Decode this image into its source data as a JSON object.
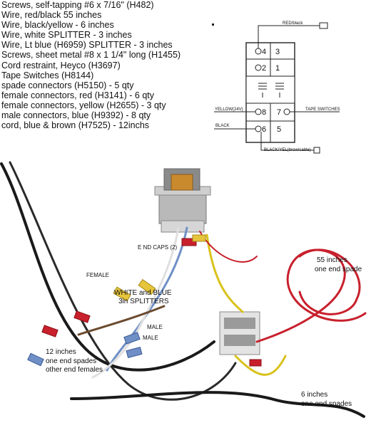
{
  "parts_list": [
    "Screws, self-tapping  #6  x  7/16\"  (H482)",
    "Wire, red/black   55 inches",
    "Wire, black/yellow     - 6 inches",
    "Wire, white SPLITTER  - 3 inches",
    "Wire, Lt blue (H6959) SPLITTER  - 3 inches",
    "Screws, sheet metal  #8 x 1 1/4\" long (H1455)",
    "Cord restraint, Heyco   (H3697)",
    "Tape Switches (H8144)",
    "spade connectors  (H5150) - 5 qty",
    "female connectors, red  (H3141) - 6 qty",
    "female connectors, yellow  (H2655) - 3 qty",
    "male connectors, blue  (H9392) - 8 qty",
    "cord, blue & brown  (H7525)   - 12inchs"
  ],
  "schematic": {
    "red_black_label": "RED/black",
    "yellow_label": "YELLOW(24V)",
    "black_label": "BLACK",
    "tape_switches_label": "TAPE SWITCHES",
    "bottom_label": "BLACK/YEL(brow/cable)",
    "terminals": [
      "4",
      "3",
      "2",
      "1",
      "8",
      "7",
      "6",
      "5"
    ],
    "colors": {
      "line": "#222222"
    }
  },
  "photo_labels": {
    "end_caps": "E ND CAPS (2)",
    "female": "FEMALE",
    "splitters_line1": "WHITE and BLUE",
    "splitters_line2": "3in SPLITTERS",
    "male1": "MALE",
    "male2": "MALE",
    "twelve_1": "12 inches",
    "twelve_2": "one end spades",
    "twelve_3": "other end females",
    "fiftyfive_1": "55 inches",
    "fiftyfive_2": "one end spade",
    "six_1": "6 inches",
    "six_2": "one end spades"
  },
  "wire_colors": {
    "red": "#c8202c",
    "yellow": "#d9c21c",
    "black": "#1a1a1a",
    "blue": "#6f8fc6",
    "white": "#e8e8e8",
    "brown": "#6b4a2e"
  }
}
